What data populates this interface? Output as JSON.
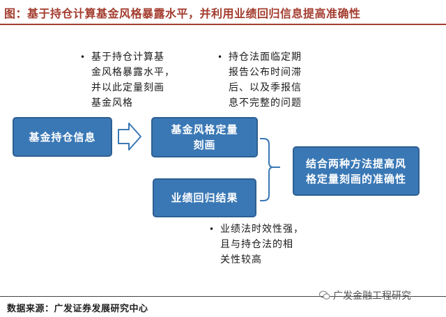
{
  "title": "图：基于持仓计算基金风格暴露水平，并利用业绩回归信息提高准确性",
  "bullets": {
    "top_left": [
      "基于持仓计算基",
      "金风格暴露水平，",
      "并以此定量刻画",
      "基金风格"
    ],
    "top_right": [
      "持仓法面临定期",
      "报告公布时间滞",
      "后、以及季报信",
      "息不完整的问题"
    ],
    "bottom": [
      "业绩法时效性强，",
      "且与持仓法的相",
      "关性较高"
    ],
    "marker": "•"
  },
  "boxes": {
    "holdings_info": "基金持仓信息",
    "style_quant": [
      "基金风格定量",
      "刻画"
    ],
    "performance_regression": "业绩回归结果",
    "combined": [
      "结合两种方法提高风",
      "格定量刻画的准确性"
    ]
  },
  "colors": {
    "title": "#a33c2e",
    "box_fill": "#3a78b5",
    "box_border": "#2d5f92",
    "arrow": "#3a78b5"
  },
  "footer": {
    "source": "数据来源：广发证券发展研究中心",
    "watermark": "广发金融工程研究"
  }
}
